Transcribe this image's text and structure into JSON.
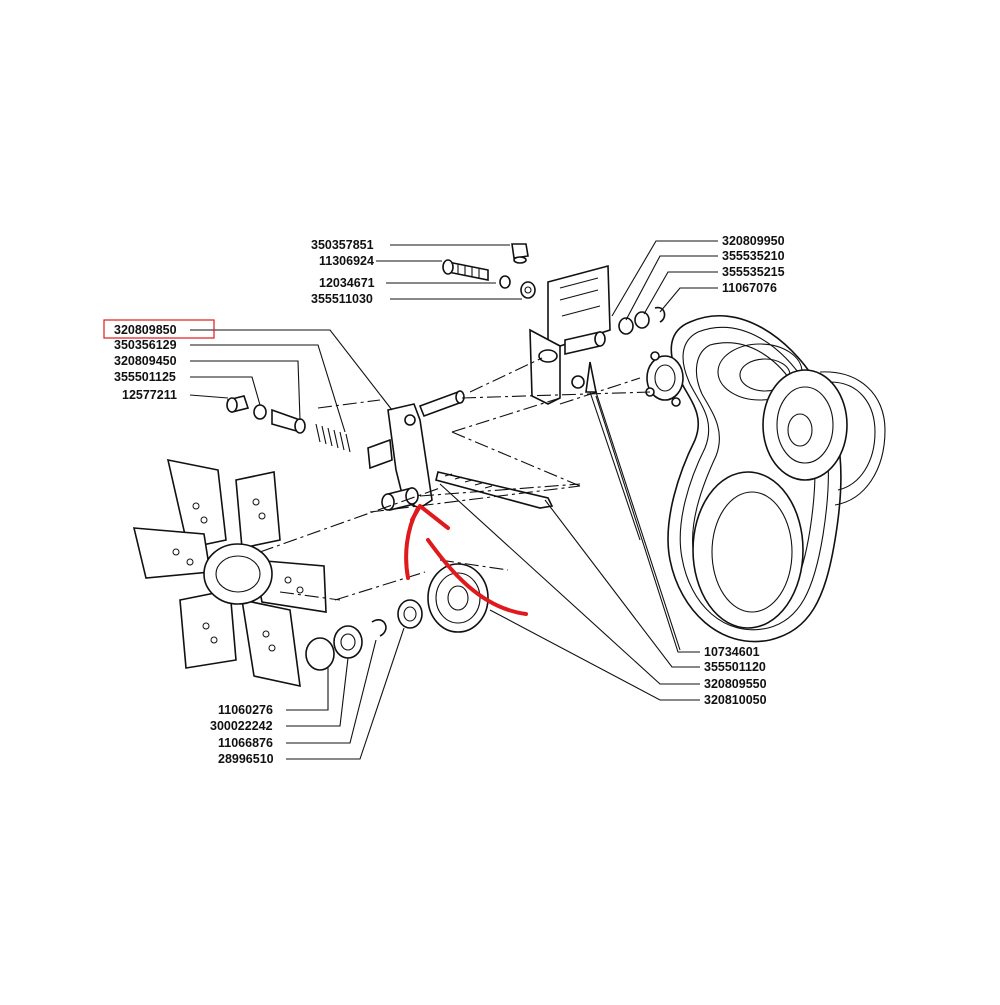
{
  "diagram": {
    "part_numbers": {
      "top_left": [
        "350357851",
        "11306924",
        "12034671",
        "355511030"
      ],
      "left": [
        "320809850",
        "350356129",
        "320809450",
        "355501125",
        "12577211"
      ],
      "top_right": [
        "320809950",
        "355535210",
        "355535215",
        "11067076"
      ],
      "bottom_right": [
        "10734601",
        "355501120",
        "320809550",
        "320810050"
      ],
      "bottom_left": [
        "11060276",
        "300022242",
        "11066876",
        "28996510"
      ]
    },
    "highlighted_part": "320809850",
    "colors": {
      "highlight": "#e0191c",
      "ink": "#111111",
      "background": "#ffffff"
    }
  }
}
